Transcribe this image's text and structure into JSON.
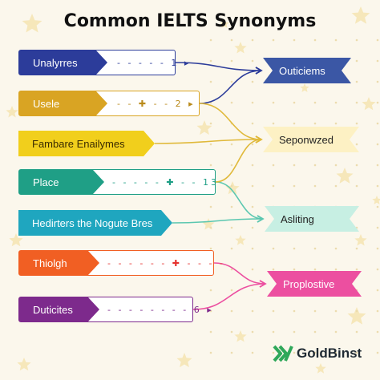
{
  "title": "Common IELTS Synonyms",
  "left_items": [
    {
      "label": "Unalyrres",
      "marker": "- - - - - 1 ▸",
      "color": "#2c3c9a",
      "border": "#2c3c9a",
      "dash_color": "#2c3c9a"
    },
    {
      "label": "Usele",
      "marker": "- - ✚ - - 2 ▸",
      "color": "#d9a423",
      "border": "#d9a423",
      "dash_color": "#b98a1a"
    },
    {
      "label": "Fambare Enailymes",
      "marker": "",
      "color": "#f1cf1c",
      "border": "",
      "dash_color": ""
    },
    {
      "label": "Place",
      "marker": "- - - - - ✚ - - 13",
      "color": "#1f9f86",
      "border": "#1f9f86",
      "dash_color": "#1f9f86"
    },
    {
      "label": "Hedirters the Nogute Bres",
      "marker": "",
      "color": "#1fa6bf",
      "border": "",
      "dash_color": ""
    },
    {
      "label": "Thiolgh",
      "marker": "- - - - - - ✚ - - - -",
      "color": "#f15f23",
      "border": "#f15f23",
      "dash_color": "#e5322f"
    },
    {
      "label": "Duticites",
      "marker": "- - - - - - - - 6 ▸",
      "color": "#7d2a8c",
      "border": "#7d2a8c",
      "dash_color": "#7d2a8c"
    }
  ],
  "right_items": [
    {
      "label": "Outiciems",
      "bg": "#3b57a5",
      "fg": "#ffffff"
    },
    {
      "label": "Seponwzed",
      "bg": "#fdf1c4",
      "fg": "#222222"
    },
    {
      "label": "Asliting",
      "bg": "#c7efe3",
      "fg": "#222222"
    },
    {
      "label": "Proplostive",
      "bg": "#ec4fa0",
      "fg": "#ffffff"
    }
  ],
  "logo": {
    "name": "GoldBinst",
    "icon": "double-chevron-logo-icon",
    "color": "#2fa85a"
  }
}
